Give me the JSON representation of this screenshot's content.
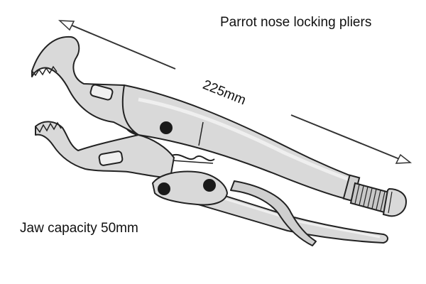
{
  "title": "Parrot nose locking pliers",
  "dimension_label": "225mm",
  "capacity_label": "Jaw capacity 50mm",
  "colors": {
    "metal": "#d9d9d9",
    "metal_light": "#efefef",
    "metal_shade": "#b8b8b8",
    "outline": "#222222",
    "rivet": "#1a1a1a",
    "arrow": "#333333"
  }
}
